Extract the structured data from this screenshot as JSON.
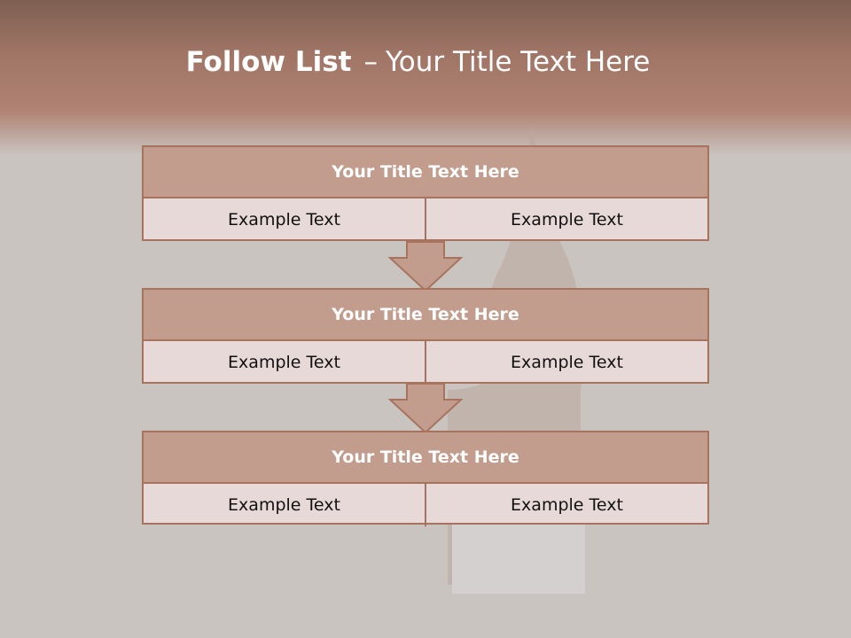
{
  "slide": {
    "title_bold": "Follow List",
    "title_dash": "–",
    "title_rest": "Your Title Text Here"
  },
  "steps": [
    {
      "title": "Your Title Text Here",
      "left": "Example Text",
      "right": "Example Text"
    },
    {
      "title": "Your Title Text Here",
      "left": "Example Text",
      "right": "Example Text"
    },
    {
      "title": "Your Title Text Here",
      "left": "Example Text",
      "right": "Example Text"
    }
  ],
  "colors": {
    "header_top": "#7d6052",
    "header_mid": "#b08374",
    "background": "#c9c4c0",
    "block_head": "#c29d8e",
    "block_body": "#e7d9d7",
    "border": "#a7735f",
    "arrow_fill": "#c29d8e"
  },
  "icons": {
    "connector": "down-arrow-icon"
  }
}
